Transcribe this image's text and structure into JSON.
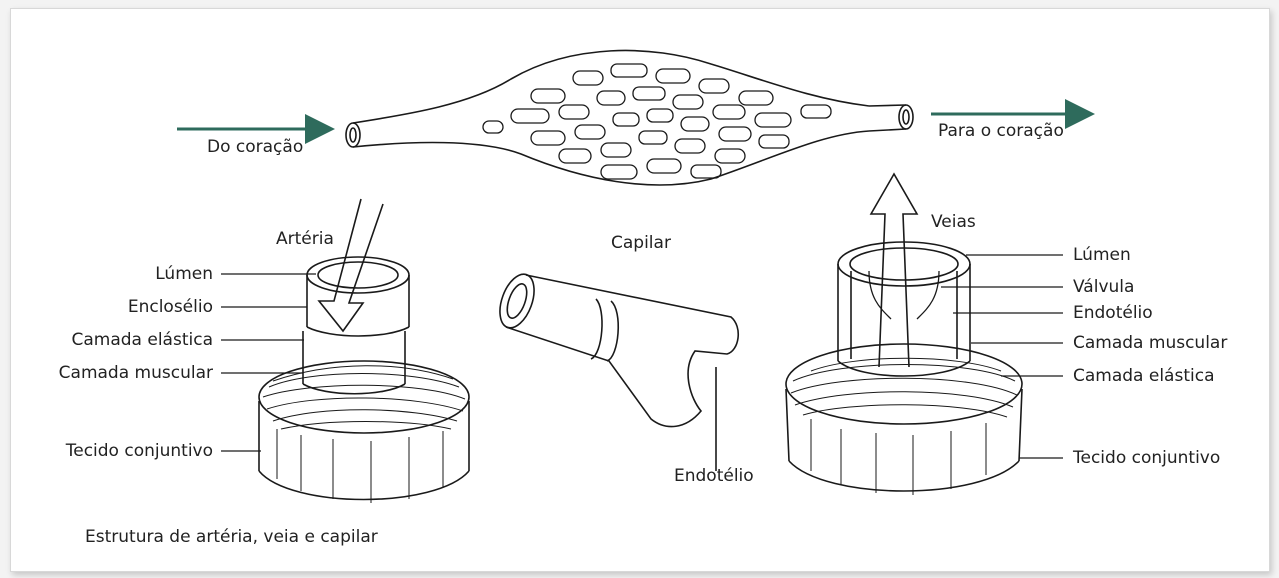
{
  "labels": {
    "from_heart": "Do coração",
    "to_heart": "Para o coração",
    "artery": "Artéria",
    "capillary": "Capilar",
    "veins": "Veias",
    "capillary_endothelium": "Endotélio"
  },
  "artery_layers": [
    "Lúmen",
    "Enclosélio",
    "Camada elástica",
    "Camada muscular",
    "Tecido conjuntivo"
  ],
  "vein_layers": [
    "Lúmen",
    "Válvula",
    "Endotélio",
    "Camada muscular",
    "Camada elástica",
    "Tecido conjuntivo"
  ],
  "caption": "Estrutura de artéria, veia e capilar",
  "colors": {
    "arrow": "#2e6b5c",
    "ink": "#1a1a1a"
  }
}
